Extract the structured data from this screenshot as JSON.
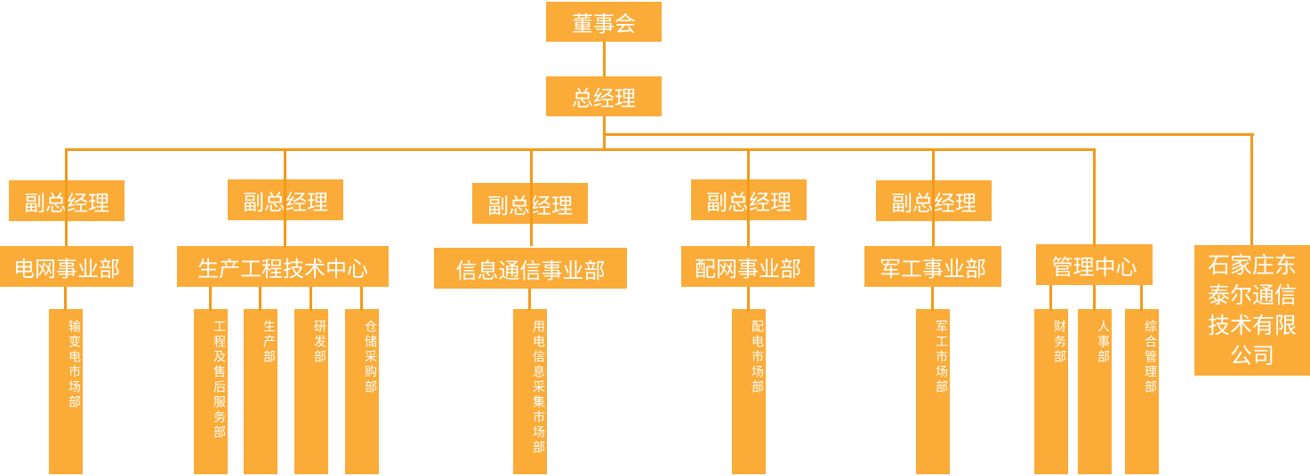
{
  "board": "董事会",
  "gm": "总经理",
  "vice_label": "副总经理",
  "divisions": [
    {
      "name": "电网事业部",
      "has_vice": true,
      "subs": [
        "输变电市场部"
      ]
    },
    {
      "name": "生产工程技术中心",
      "has_vice": true,
      "subs": [
        "工程及售后服务部",
        "生产部",
        "研发部",
        "仓储采购部"
      ]
    },
    {
      "name": "信息通信事业部",
      "has_vice": true,
      "subs": [
        "用电信息采集市场部"
      ]
    },
    {
      "name": "配网事业部",
      "has_vice": true,
      "subs": [
        "配电市场部"
      ]
    },
    {
      "name": "军工事业部",
      "has_vice": true,
      "subs": [
        "军工市场部"
      ]
    },
    {
      "name": "管理中心",
      "has_vice": false,
      "subs": [
        "财务部",
        "人事部",
        "综合管理部"
      ]
    }
  ],
  "subsidiary": "石家庄东泰尔通信技术有限公司",
  "colors": {
    "box": "#FBAB38",
    "line": "#F39A1A",
    "text": "#FFFFFF"
  }
}
